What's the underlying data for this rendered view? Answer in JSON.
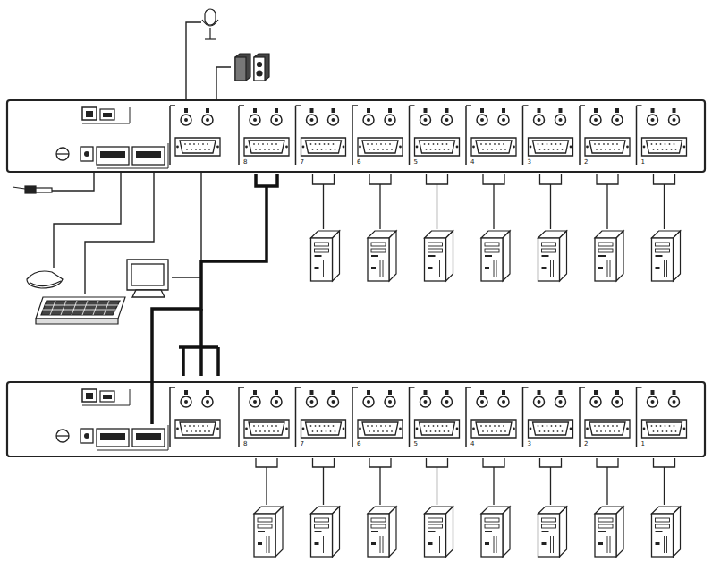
{
  "diagram": {
    "labels": [
      "8",
      "7",
      "6",
      "5",
      "4",
      "3",
      "2",
      "1",
      "8",
      "7",
      "6",
      "5",
      "4",
      "3",
      "2",
      "1"
    ]
  }
}
